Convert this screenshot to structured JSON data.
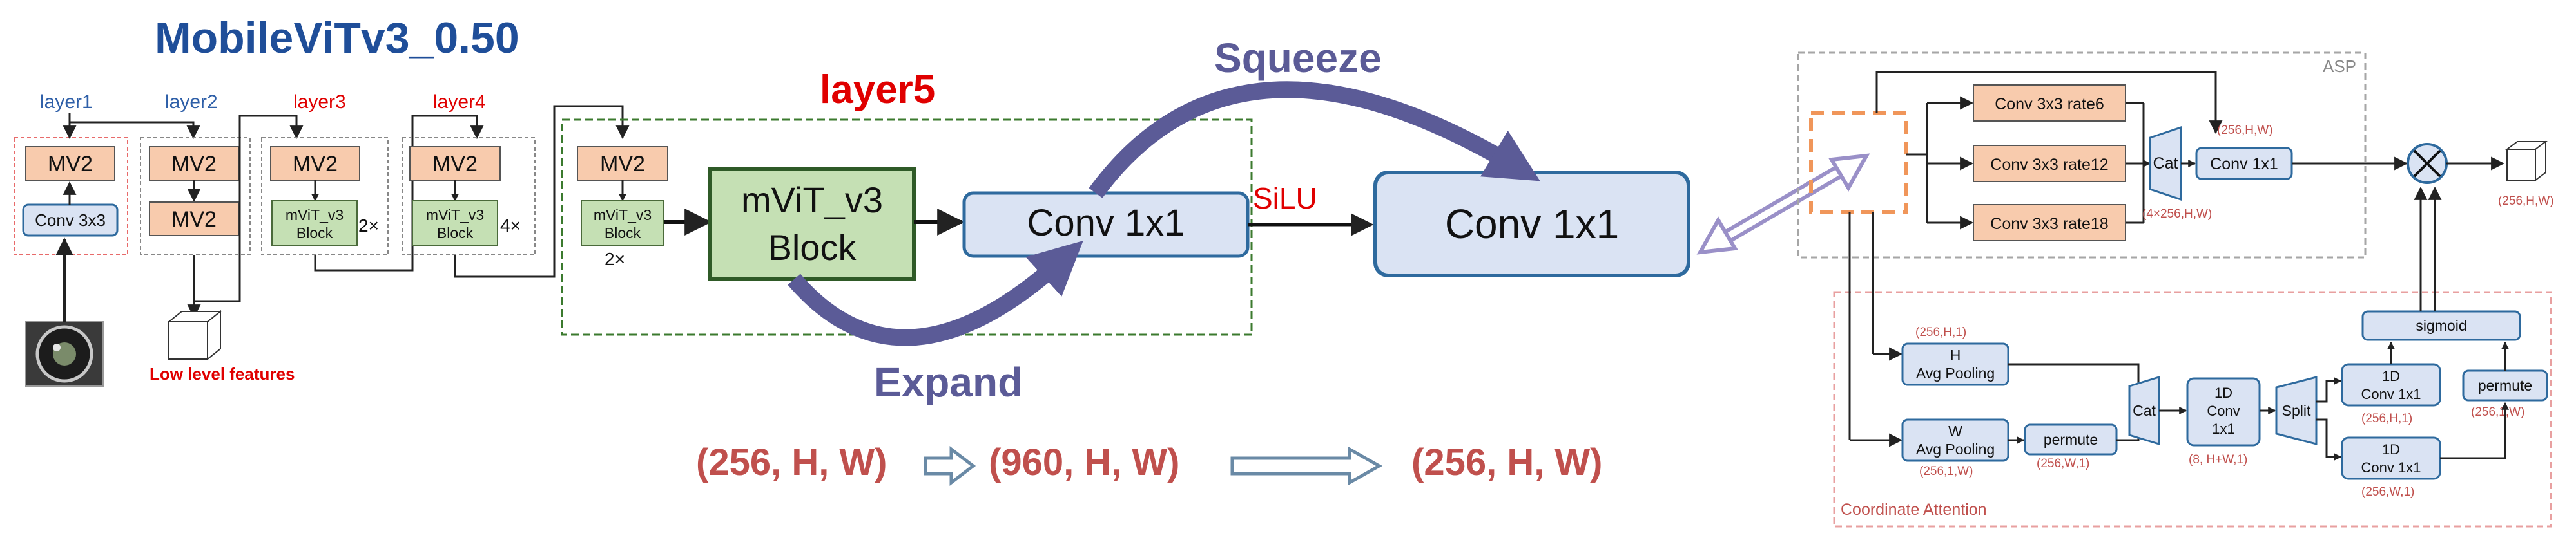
{
  "title": "MobileViTv3_0.50",
  "layers": {
    "layer1": "layer1",
    "layer2": "layer2",
    "layer3": "layer3",
    "layer4": "layer4",
    "layer5": "layer5"
  },
  "blocks": {
    "mv2": "MV2",
    "conv3x3": "Conv 3x3",
    "mvit_line1": "mViT_v3",
    "mvit_line2": "Block",
    "two_x": "2×",
    "four_x": "4×"
  },
  "low_level_features": "Low level features",
  "layer5_detail": {
    "mvit_line1": "mViT_v3",
    "mvit_line2": "Block",
    "conv1x1_a": "Conv 1x1",
    "conv1x1_b": "Conv 1x1",
    "silu": "SiLU",
    "squeeze": "Squeeze",
    "expand": "Expand"
  },
  "shapes": {
    "s1": "(256, H, W)",
    "s2": "(960, H, W)",
    "s3": "(256, H, W)"
  },
  "asp": {
    "label": "ASP",
    "rate6": "Conv 3x3 rate6",
    "rate12": "Conv 3x3 rate12",
    "rate18": "Conv 3x3 rate18",
    "cat": "Cat",
    "cat_shape": "(4×256,H,W)",
    "conv1x1": "Conv 1x1",
    "conv_shape": "(256,H,W)",
    "out_shape": "(256,H,W)"
  },
  "ca": {
    "label": "Coordinate Attention",
    "h_pool_line1": "H",
    "h_pool_line2": "Avg Pooling",
    "h_shape": "(256,H,1)",
    "w_pool_line1": "W",
    "w_pool_line2": "Avg Pooling",
    "w_shape": "(256,1,W)",
    "permute": "permute",
    "permute_shape": "(256,W,1)",
    "cat": "Cat",
    "conv1d_line1": "1D",
    "conv1d_line2": "Conv",
    "conv1d_line3": "1x1",
    "conv1d_shape": "(8, H+W,1)",
    "split": "Split",
    "top1d_line1": "1D",
    "top1d_line2": "Conv 1x1",
    "top1d_shape": "(256,H,1)",
    "bot1d_line1": "1D",
    "bot1d_line2": "Conv 1x1",
    "bot1d_shape": "(256,W,1)",
    "sigmoid": "sigmoid",
    "permute2": "permute",
    "permute2_shape": "(256,1,W)"
  },
  "colors": {
    "title_blue": "#1f4e99",
    "layer_blue": "#2e5fa8",
    "layer_red": "#e00000",
    "mv2_fill": "#f8cbad",
    "mvit_fill": "#c5e0b4",
    "conv_fill": "#dae3f3",
    "conv_stroke": "#2e6a9e",
    "shape_red": "#c0504d",
    "arrow_purple": "#5b5b97"
  }
}
